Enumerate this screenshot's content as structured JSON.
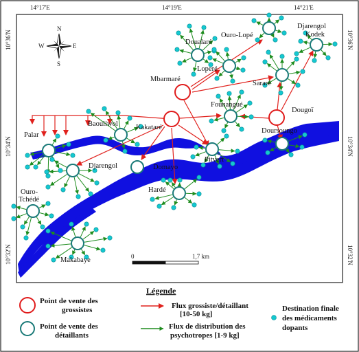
{
  "coordinates": {
    "top": [
      "14°17'E",
      "14°19'E",
      "14°21'E"
    ],
    "left": [
      "10°36'N",
      "10°34'N",
      "10°32'N"
    ],
    "right": [
      "10°36'N",
      "10°34'N",
      "10°32'N"
    ]
  },
  "north_arrow": {
    "n": "N",
    "s": "S",
    "e": "E",
    "w": "W"
  },
  "scale_bar": {
    "start": "0",
    "end": "1,7 km"
  },
  "places": {
    "doualare": "Doualaré",
    "ouro_lope": "Ouro-Lopé",
    "djarengol_kodek_1": "Djarengol",
    "djarengol_kodek_2": "Kodek",
    "lopere": "Loperé",
    "mbarmare": "Mbarmaré",
    "sarare": "Sararé",
    "founangue": "Founangué",
    "dougoi": "Dougoï",
    "baouliwol": "Baouliwol",
    "kakatare": "Kakataré",
    "doursoungo": "Doursoungo",
    "palar": "Palar",
    "pitvert": "Pitvert",
    "djarengol": "Djarengol",
    "domayo": "Domayo",
    "harde": "Hardé",
    "ouro_tchede_1": "Ouro-",
    "ouro_tchede_2": "Tchédé",
    "makabaye": "Makabaye"
  },
  "legend": {
    "title": "Légende",
    "wholesaler": [
      "Point de vente des",
      "grossistes"
    ],
    "retailer": [
      "Point de vente des",
      "détaillants"
    ],
    "flow_wholesale": [
      "Flux grossiste/détaillant",
      "[10-50 kg]"
    ],
    "flow_distribution": [
      "Flux de distribution des",
      "psychotropes   [1-9 kg]"
    ],
    "destination": [
      "Destination finale",
      "des médicaments",
      "dopants"
    ]
  },
  "colors": {
    "river": "#1010e0",
    "wholesale_flow": "#e0201c",
    "distribution_flow": "#1e8c1e",
    "destination_dot": "#14c8d0",
    "retailer_stroke": "#1a7a78",
    "wholesaler_stroke": "#e01a1a"
  }
}
